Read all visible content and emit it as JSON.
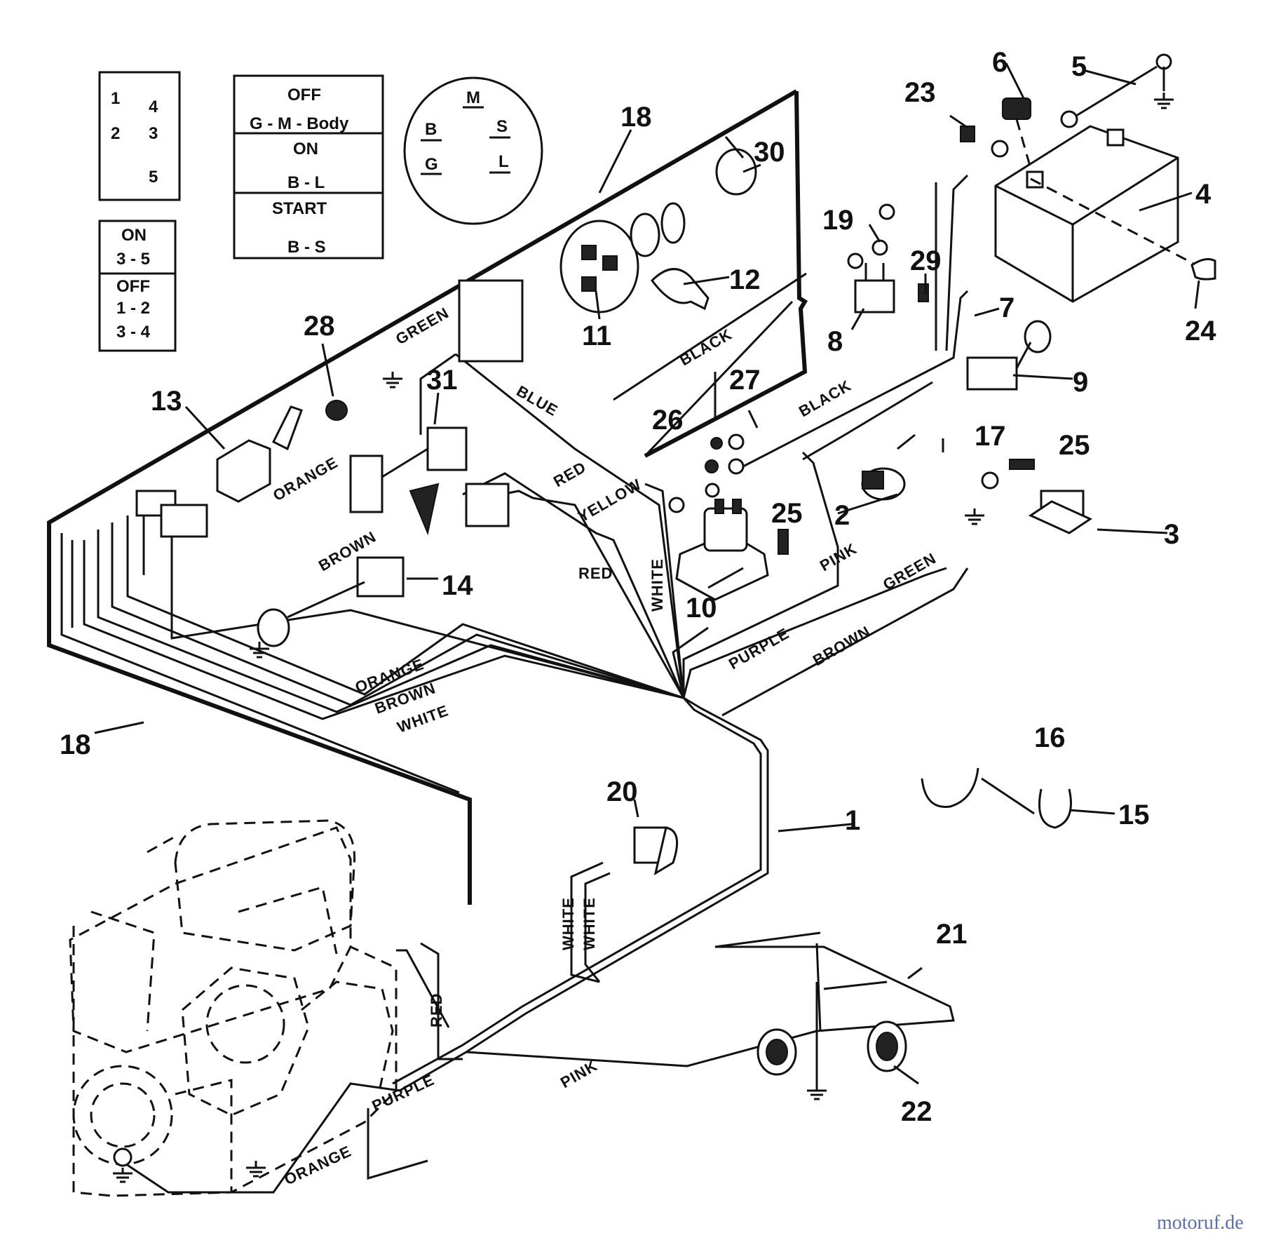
{
  "table_left_top": {
    "row1_left": "1",
    "row1_right": "4",
    "row2_left": "2",
    "row2_right": "3",
    "row3_right": "5"
  },
  "table_left_bottom": {
    "on_title": "ON",
    "on_value": "3 - 5",
    "off_title": "OFF",
    "off_v1": "1 - 2",
    "off_v2": "3 - 4"
  },
  "table_mid": {
    "off_title": "OFF",
    "off_value": "G - M - Body",
    "on_title": "ON",
    "on_value": "B - L",
    "start_title": "START",
    "start_value": "B - S"
  },
  "switch_circle": {
    "m": "M",
    "b": "B",
    "s": "S",
    "g": "G",
    "l": "L"
  },
  "callouts": {
    "c1": "1",
    "c2": "2",
    "c3": "3",
    "c4": "4",
    "c5": "5",
    "c6": "6",
    "c7": "7",
    "c8": "8",
    "c9": "9",
    "c10": "10",
    "c11": "11",
    "c12": "12",
    "c13": "13",
    "c14": "14",
    "c15": "15",
    "c16": "16",
    "c17": "17",
    "c18a": "18",
    "c18b": "18",
    "c19": "19",
    "c20": "20",
    "c21": "21",
    "c22": "22",
    "c23": "23",
    "c24": "24",
    "c25a": "25",
    "c25b": "25",
    "c26": "26",
    "c27": "27",
    "c28": "28",
    "c29": "29",
    "c30": "30",
    "c31": "31"
  },
  "wires": {
    "green1": "GREEN",
    "black1": "BLACK",
    "black2": "BLACK",
    "blue": "BLUE",
    "red1": "RED",
    "yellow": "YELLOW",
    "red2": "RED",
    "white1": "WHITE",
    "orange1": "ORANGE",
    "brown1": "BROWN",
    "pink1": "PINK",
    "green2": "GREEN",
    "purple1": "PURPLE",
    "brown2": "BROWN",
    "orange2": "ORANGE",
    "brown3": "BROWN",
    "white2": "WHITE",
    "white3": "WHITE",
    "white4": "WHITE",
    "red3": "RED",
    "purple2": "PURPLE",
    "pink2": "PINK",
    "orange3": "ORANGE"
  },
  "watermark": "motoruf.de"
}
